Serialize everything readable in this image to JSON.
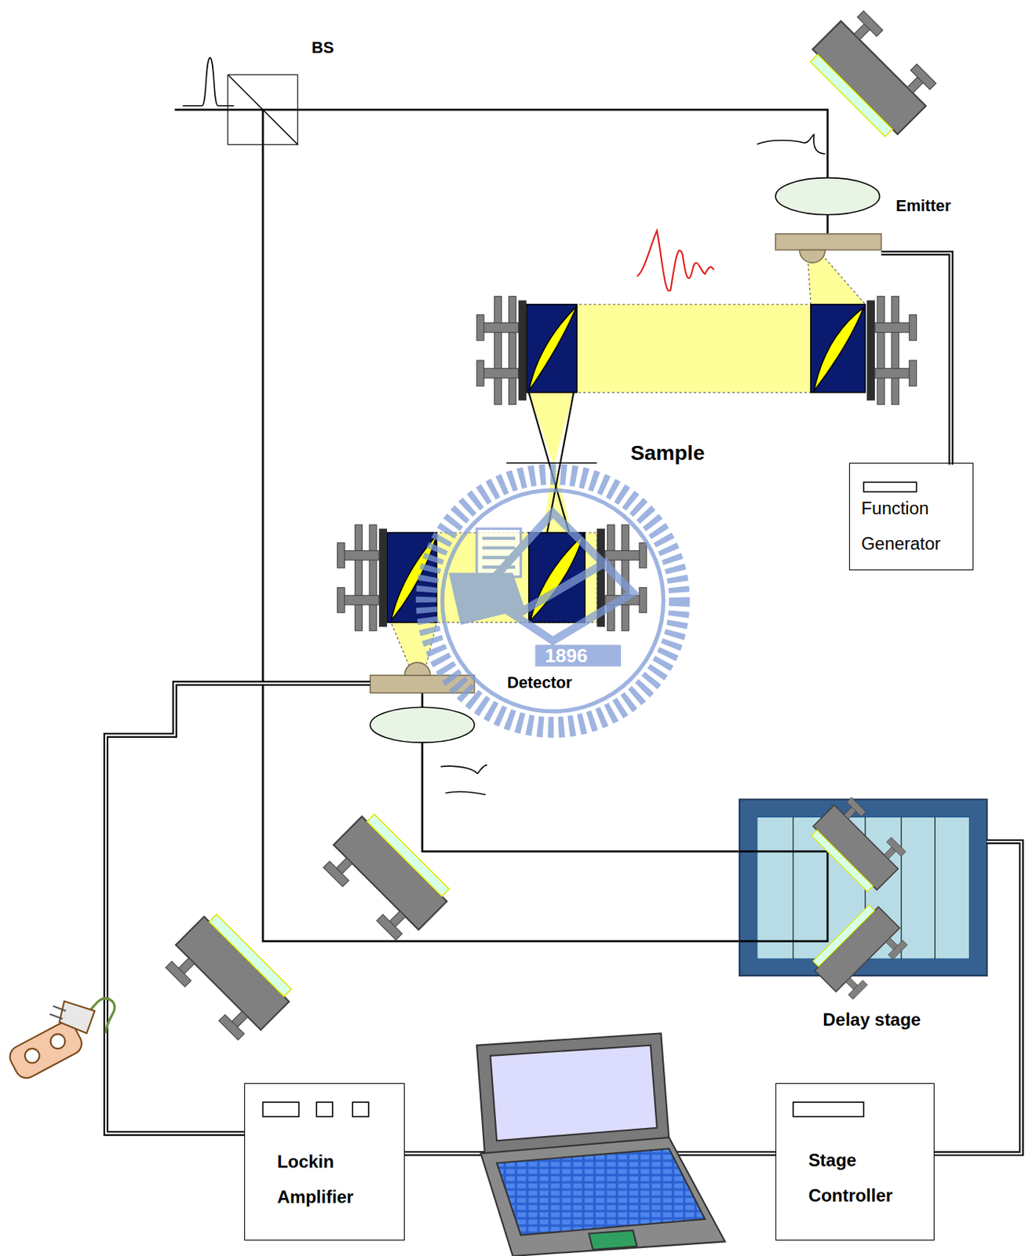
{
  "diagram": {
    "nodes": [
      {
        "text": [
          "BS"
        ]
      },
      {
        "text": [
          "Function Generator"
        ]
      },
      {
        "text": [
          "Delay stage"
        ]
      },
      {
        "text": [
          "Lockin Amplifier"
        ]
      },
      {
        "text": [
          "Stage Controller"
        ]
      }
    ],
    "edges": [
      {
        "from": 2,
        "to": 4,
        "arrow": "none"
      }
    ],
    "labels": [
      "Emitter",
      "Sample",
      "Detector",
      "1896"
    ]
  }
}
